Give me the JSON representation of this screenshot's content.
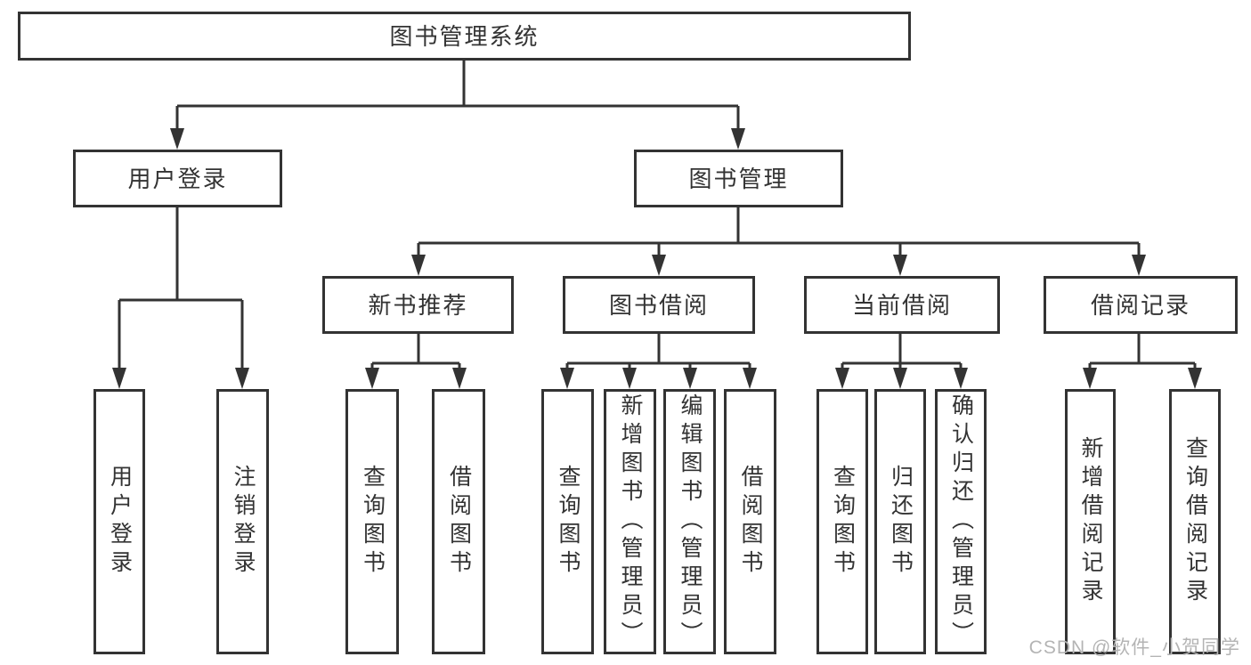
{
  "diagram": {
    "root": {
      "label": "图书管理系统"
    },
    "branches": [
      {
        "label": "用户登录",
        "children": [
          {
            "label": "用户登录"
          },
          {
            "label": "注销登录"
          }
        ]
      },
      {
        "label": "图书管理",
        "children": [
          {
            "label": "新书推荐",
            "children": [
              {
                "label": "查询图书"
              },
              {
                "label": "借阅图书"
              }
            ]
          },
          {
            "label": "图书借阅",
            "children": [
              {
                "label": "查询图书"
              },
              {
                "label": "新增图书（管理员）"
              },
              {
                "label": "编辑图书（管理员）"
              },
              {
                "label": "借阅图书"
              }
            ]
          },
          {
            "label": "当前借阅",
            "children": [
              {
                "label": "查询图书"
              },
              {
                "label": "归还图书"
              },
              {
                "label": "确认归还（管理员）"
              }
            ]
          },
          {
            "label": "借阅记录",
            "children": [
              {
                "label": "新增借阅记录"
              },
              {
                "label": "查询借阅记录"
              }
            ]
          }
        ]
      }
    ]
  },
  "watermark": {
    "text": "CSDN @软件_小贺同学"
  },
  "colors": {
    "line": "#333333",
    "text": "#333333",
    "watermark": "#b4b4b4",
    "background": "#ffffff"
  }
}
